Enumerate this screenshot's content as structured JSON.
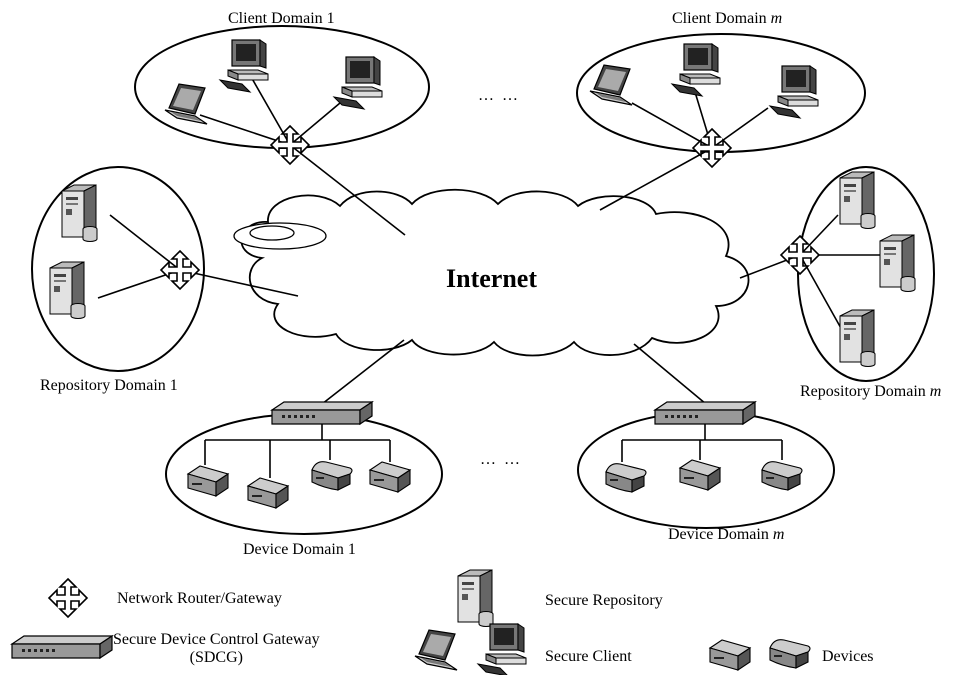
{
  "labels": {
    "client_domain_1": "Client Domain 1",
    "client_domain_m_prefix": "Client Domain",
    "repository_domain_1": "Repository Domain 1",
    "repository_domain_m_prefix": "Repository Domain",
    "device_domain_1": "Device Domain 1",
    "device_domain_m_prefix": "Device Domain",
    "m": "m",
    "internet": "Internet",
    "ellipsis": "… …"
  },
  "legend": {
    "router": "Network Router/Gateway",
    "sdcg_line1": "Secure Device Control Gateway",
    "sdcg_line2": "(SDCG)",
    "repository": "Secure Repository",
    "client": "Secure Client",
    "devices": "Devices"
  }
}
